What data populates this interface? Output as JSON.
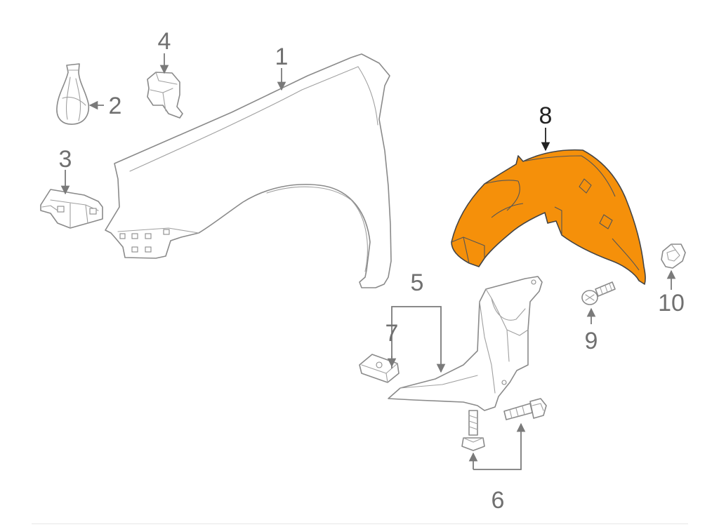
{
  "highlight_color": "#f5900a",
  "callouts": [
    {
      "id": "1",
      "label": "1"
    },
    {
      "id": "2",
      "label": "2"
    },
    {
      "id": "3",
      "label": "3"
    },
    {
      "id": "4",
      "label": "4"
    },
    {
      "id": "5",
      "label": "5"
    },
    {
      "id": "6",
      "label": "6"
    },
    {
      "id": "7",
      "label": "7"
    },
    {
      "id": "8",
      "label": "8"
    },
    {
      "id": "9",
      "label": "9"
    },
    {
      "id": "10",
      "label": "10"
    }
  ],
  "highlighted_part": "8"
}
